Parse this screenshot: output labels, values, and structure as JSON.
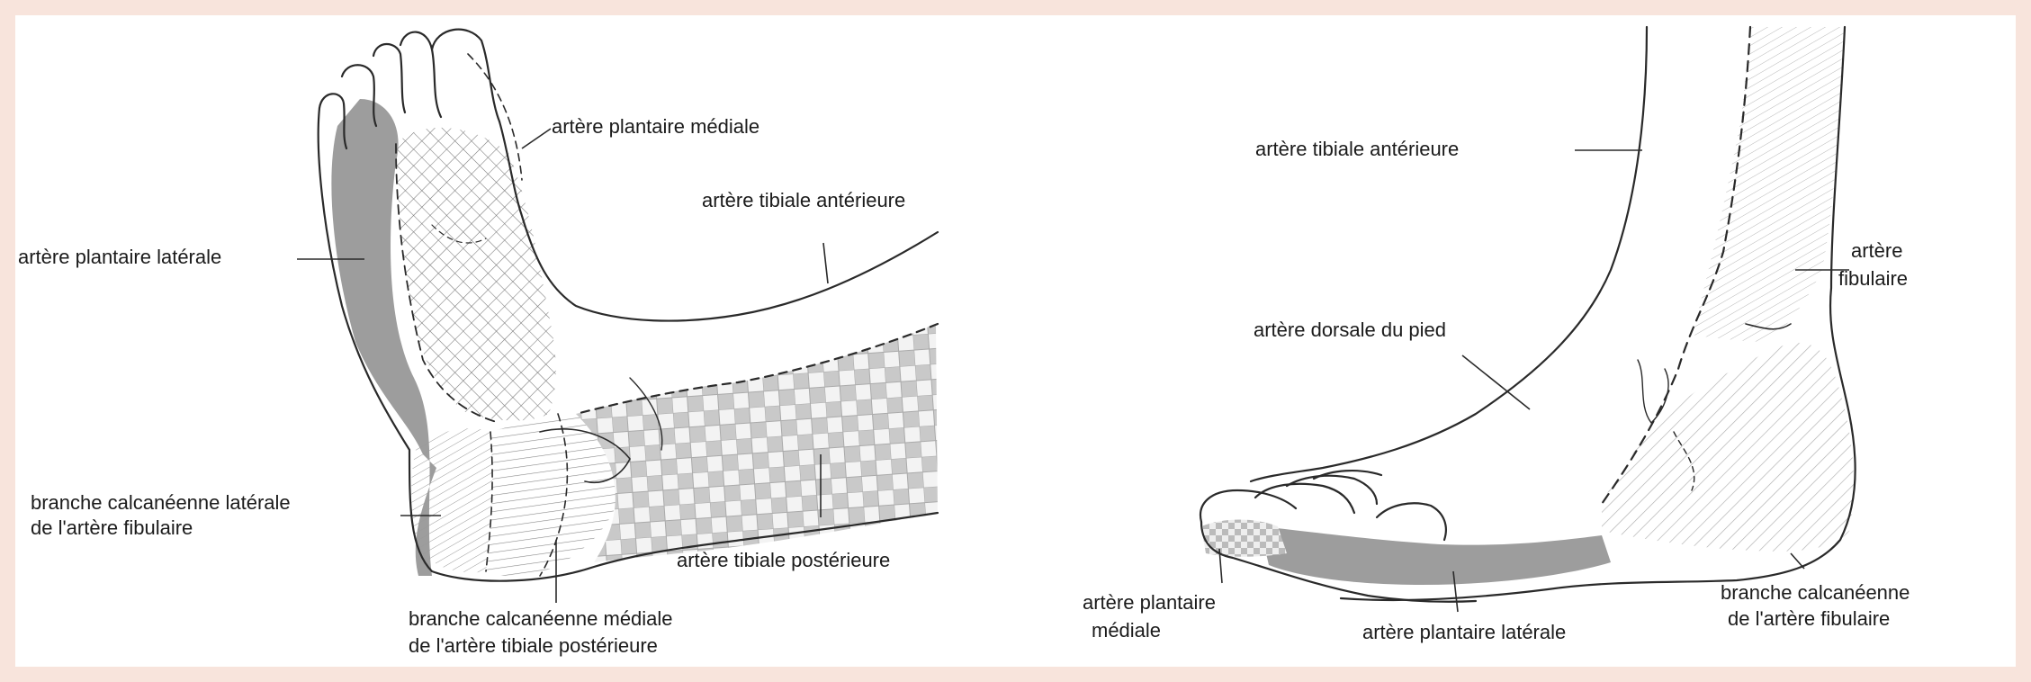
{
  "colors": {
    "background_frame": "#f8e4dc",
    "panel": "#ffffff",
    "ink": "#1b1b1b",
    "lateral_plantar_shading": "#8a8a8a"
  },
  "left_view": {
    "labels": {
      "medial_plantar": "artère plantaire médiale",
      "anterior_tibial": "artère tibiale antérieure",
      "lateral_plantar": "artère plantaire latérale",
      "lateral_calcaneal_l1": "branche calcanéenne latérale",
      "lateral_calcaneal_l2": "de l'artère fibulaire",
      "posterior_tibial": "artère tibiale postérieure",
      "medial_calcaneal_l1": "branche calcanéenne médiale",
      "medial_calcaneal_l2": "de l'artère tibiale postérieure"
    }
  },
  "right_view": {
    "labels": {
      "anterior_tibial": "artère tibiale antérieure",
      "fibular_l1": "artère",
      "fibular_l2": "fibulaire",
      "dorsalis_pedis": "artère dorsale du pied",
      "medial_plantar_l1": "artère plantaire",
      "medial_plantar_l2": "médiale",
      "lateral_plantar": "artère plantaire latérale",
      "lateral_calcaneal_l1": "branche calcanéenne",
      "lateral_calcaneal_l2": "de l'artère fibulaire"
    }
  }
}
